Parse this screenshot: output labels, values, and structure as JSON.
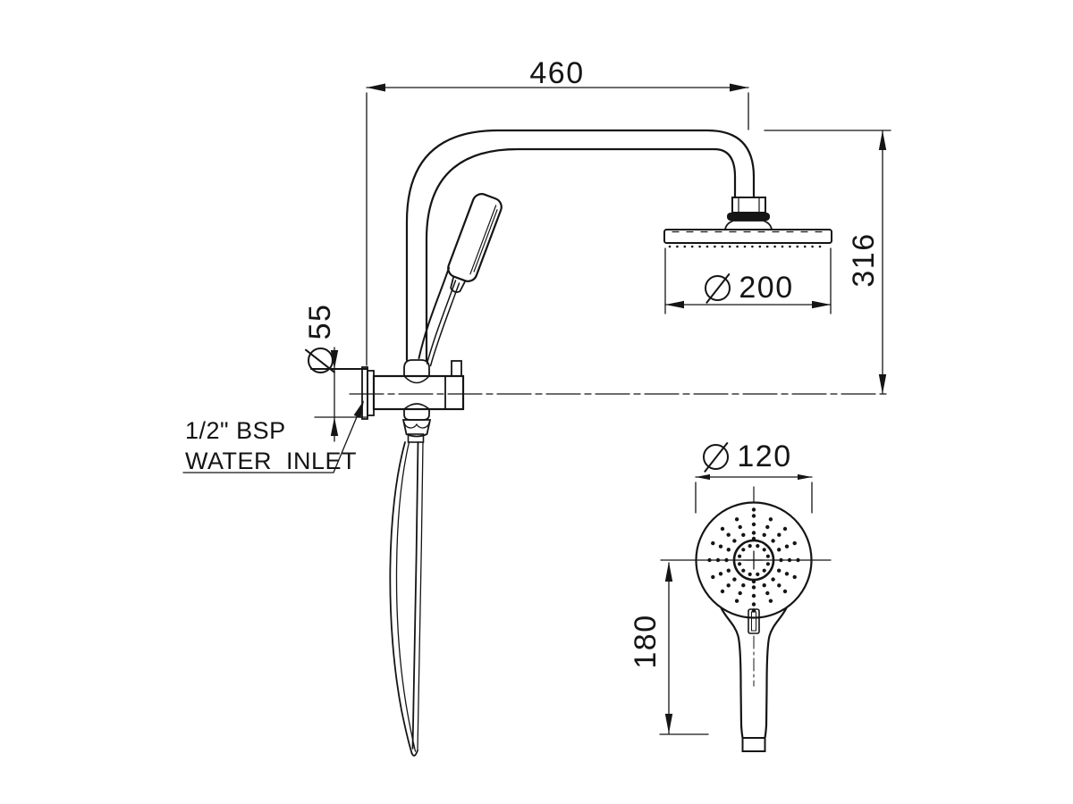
{
  "drawing": {
    "diameter_symbol": "⌀",
    "dims": {
      "top_width": "460",
      "right_height": "316",
      "overhead_diameter": "200",
      "inlet_diameter": "55",
      "hand_diameter": "120",
      "hand_length": "180"
    },
    "inlet_note": {
      "line1": "1/2\" BSP",
      "line2": "WATER  INLET"
    }
  }
}
